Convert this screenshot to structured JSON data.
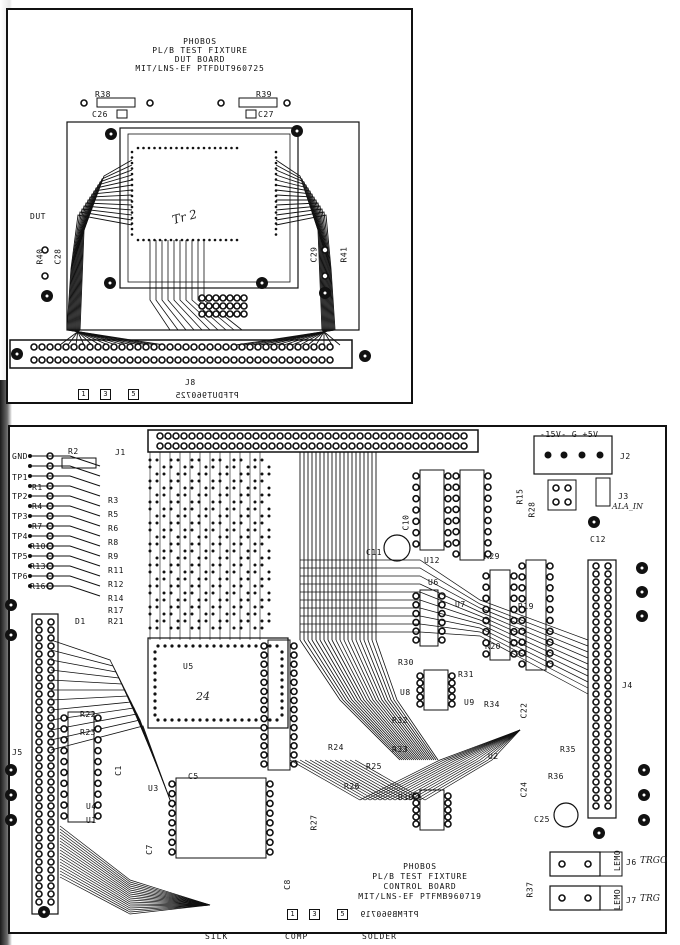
{
  "dut_board": {
    "title_lines": [
      "PHOBOS",
      "PL/B TEST FIXTURE",
      "DUT BOARD",
      "MIT/LNS-EF PTFDUT960725"
    ],
    "mirrored_id": "PTFDUT960725",
    "connector_label": "J8",
    "side_label": "DUT",
    "component_labels": [
      "R38",
      "C26",
      "R39",
      "C27",
      "R40",
      "C28",
      "C29",
      "R41"
    ],
    "layer_boxes": [
      "1",
      "3",
      "5"
    ]
  },
  "control_board": {
    "title_lines": [
      "PHOBOS",
      "PL/B TEST FIXTURE",
      "CONTROL BOARD",
      "MIT/LNS-EF PTFMB960719"
    ],
    "mirrored_id": "PTFMB960719",
    "left_labels": [
      "GND",
      "TP1",
      "R1",
      "TP2",
      "R4",
      "TP3",
      "R7",
      "TP4",
      "R10",
      "TP5",
      "R13",
      "TP6",
      "R16"
    ],
    "component_labels": [
      "J1",
      "R2",
      "R3",
      "R5",
      "R6",
      "R8",
      "R9",
      "R11",
      "R12",
      "R14",
      "R17",
      "R21",
      "D1",
      "U5",
      "U6",
      "U7",
      "U8",
      "U9",
      "U10",
      "U1",
      "U2",
      "U3",
      "U4",
      "U12",
      "R15",
      "R19",
      "R20",
      "R22",
      "R23",
      "R24",
      "R25",
      "R26",
      "R27",
      "R28",
      "R29",
      "R30",
      "R31",
      "R32",
      "R33",
      "R34",
      "R35",
      "R36",
      "R37",
      "C1",
      "C5",
      "C7",
      "C8",
      "C10",
      "C11",
      "C12",
      "C22",
      "C24",
      "C25"
    ],
    "power_header": {
      "label": "-15V-  G  +5V",
      "name": "J2"
    },
    "connector_j3": "J3",
    "connector_j4": "J4",
    "connector_j5": "J5",
    "lemo_connectors": [
      {
        "name": "J6",
        "label": "LEMO",
        "note": "TRGO"
      },
      {
        "name": "J7",
        "label": "LEMO",
        "note": "TRG"
      }
    ],
    "layer_boxes": [
      "1",
      "3",
      "5"
    ],
    "layer_names": [
      "SILK",
      "COMP",
      "SOLDER"
    ]
  },
  "handwritten_notes": [
    "ALA_IN",
    "24",
    "Tr 2"
  ],
  "colors": {
    "ink": "#111111",
    "paper": "#ffffff"
  }
}
